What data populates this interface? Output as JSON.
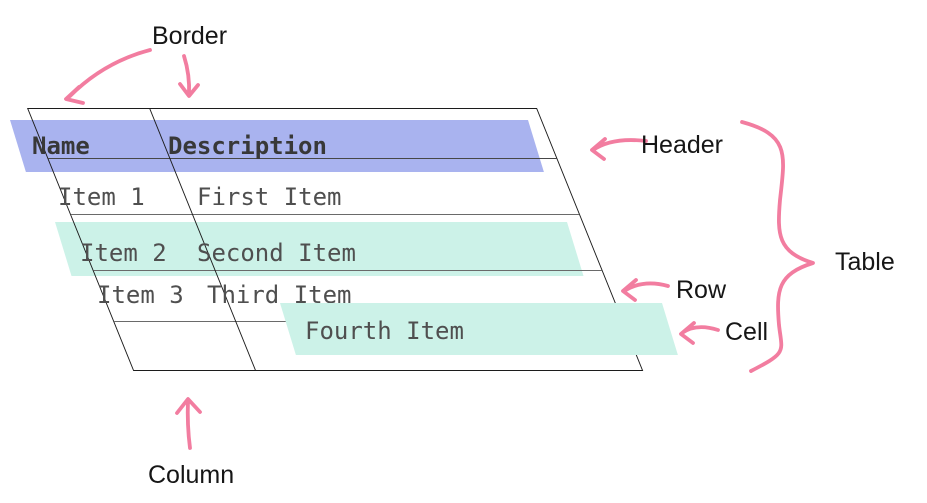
{
  "annotations": {
    "border": {
      "label": "Border"
    },
    "header": {
      "label": "Header"
    },
    "table": {
      "label": "Table"
    },
    "row": {
      "label": "Row"
    },
    "cell": {
      "label": "Cell"
    },
    "column": {
      "label": "Column"
    }
  },
  "table": {
    "columns": [
      "Name",
      "Description"
    ],
    "rows": [
      {
        "name": "Item 1",
        "description": "First Item"
      },
      {
        "name": "Item 2",
        "description": "Second Item"
      },
      {
        "name": "Item 3",
        "description": "Third Item"
      },
      {
        "name": "",
        "description": "Fourth Item"
      }
    ]
  },
  "colors": {
    "annotation_pink": "#f27da0",
    "header_highlight": "#a9b3ef",
    "row_highlight": "#ccf2e8",
    "cell_highlight": "#ccf2e8",
    "table_border": "#1c1c1c",
    "grid_line": "#6a6a6a",
    "header_text": "#383838",
    "table_text": "#4f4f4f",
    "label_text": "#161616",
    "background": "#ffffff"
  }
}
